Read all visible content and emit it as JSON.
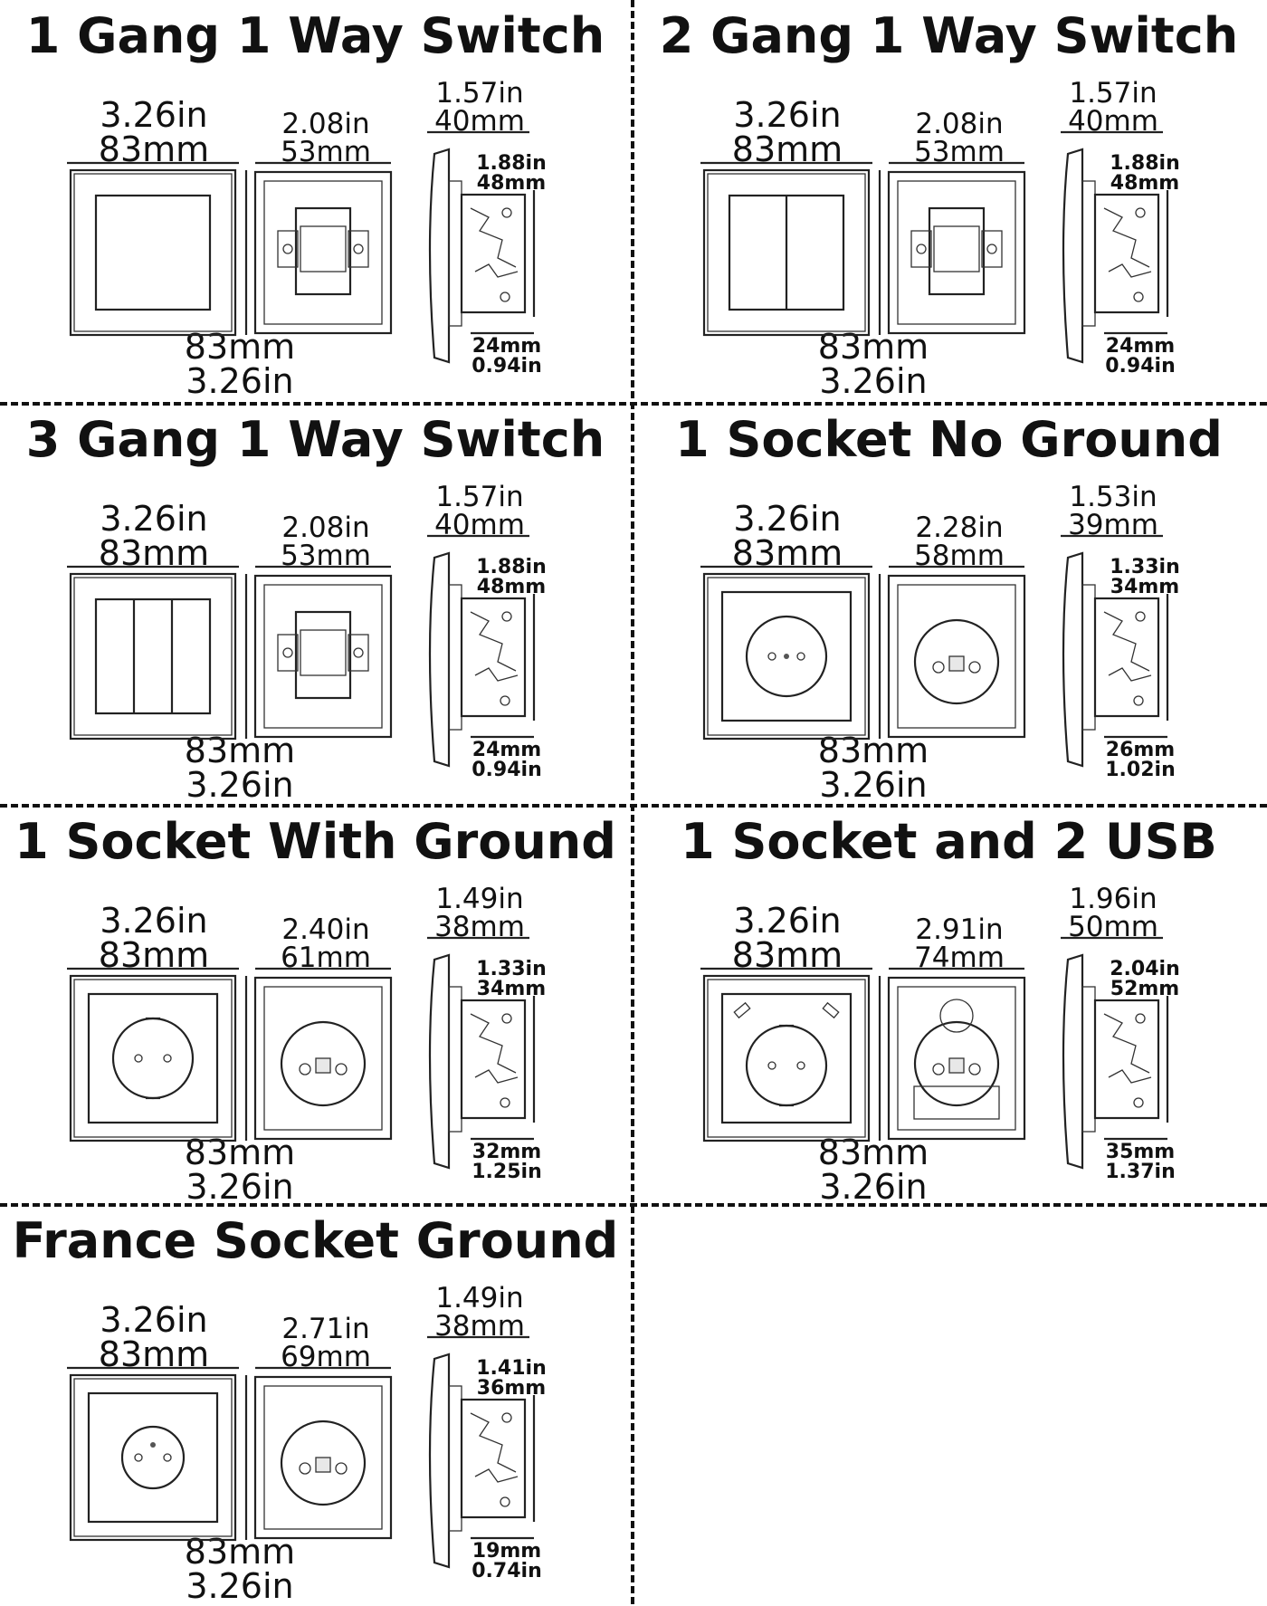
{
  "panels": [
    {
      "title": "1 Gang 1 Way Switch",
      "face": "switch",
      "gangs": 1,
      "width_in": "3.26in",
      "width_mm": "83mm",
      "module_in": "2.08in",
      "module_mm": "53mm",
      "depth_in": "1.57in",
      "depth_mm": "40mm",
      "body_in": "1.88in",
      "body_mm": "48mm",
      "height_mm": "83mm",
      "height_in": "3.26in",
      "plate_mm": "24mm",
      "plate_in": "0.94in"
    },
    {
      "title": "2 Gang 1 Way Switch",
      "face": "switch",
      "gangs": 2,
      "width_in": "3.26in",
      "width_mm": "83mm",
      "module_in": "2.08in",
      "module_mm": "53mm",
      "depth_in": "1.57in",
      "depth_mm": "40mm",
      "body_in": "1.88in",
      "body_mm": "48mm",
      "height_mm": "83mm",
      "height_in": "3.26in",
      "plate_mm": "24mm",
      "plate_in": "0.94in"
    },
    {
      "title": "3 Gang 1 Way Switch",
      "face": "switch",
      "gangs": 3,
      "width_in": "3.26in",
      "width_mm": "83mm",
      "module_in": "2.08in",
      "module_mm": "53mm",
      "depth_in": "1.57in",
      "depth_mm": "40mm",
      "body_in": "1.88in",
      "body_mm": "48mm",
      "height_mm": "83mm",
      "height_in": "3.26in",
      "plate_mm": "24mm",
      "plate_in": "0.94in"
    },
    {
      "title": "1 Socket No Ground",
      "face": "socket-plain",
      "width_in": "3.26in",
      "width_mm": "83mm",
      "module_in": "2.28in",
      "module_mm": "58mm",
      "depth_in": "1.53in",
      "depth_mm": "39mm",
      "body_in": "1.33in",
      "body_mm": "34mm",
      "height_mm": "83mm",
      "height_in": "3.26in",
      "plate_mm": "26mm",
      "plate_in": "1.02in"
    },
    {
      "title": "1 Socket With Ground",
      "face": "socket-schuko",
      "width_in": "3.26in",
      "width_mm": "83mm",
      "module_in": "2.40in",
      "module_mm": "61mm",
      "depth_in": "1.49in",
      "depth_mm": "38mm",
      "body_in": "1.33in",
      "body_mm": "34mm",
      "height_mm": "83mm",
      "height_in": "3.26in",
      "plate_mm": "32mm",
      "plate_in": "1.25in"
    },
    {
      "title": "1 Socket and 2 USB",
      "face": "socket-usb",
      "width_in": "3.26in",
      "width_mm": "83mm",
      "module_in": "2.91in",
      "module_mm": "74mm",
      "depth_in": "1.96in",
      "depth_mm": "50mm",
      "body_in": "2.04in",
      "body_mm": "52mm",
      "height_mm": "83mm",
      "height_in": "3.26in",
      "plate_mm": "35mm",
      "plate_in": "1.37in"
    },
    {
      "title": "France Socket Ground",
      "face": "socket-france",
      "width_in": "3.26in",
      "width_mm": "83mm",
      "module_in": "2.71in",
      "module_mm": "69mm",
      "depth_in": "1.49in",
      "depth_mm": "38mm",
      "body_in": "1.41in",
      "body_mm": "36mm",
      "height_mm": "83mm",
      "height_in": "3.26in",
      "plate_mm": "19mm",
      "plate_in": "0.74in"
    }
  ]
}
